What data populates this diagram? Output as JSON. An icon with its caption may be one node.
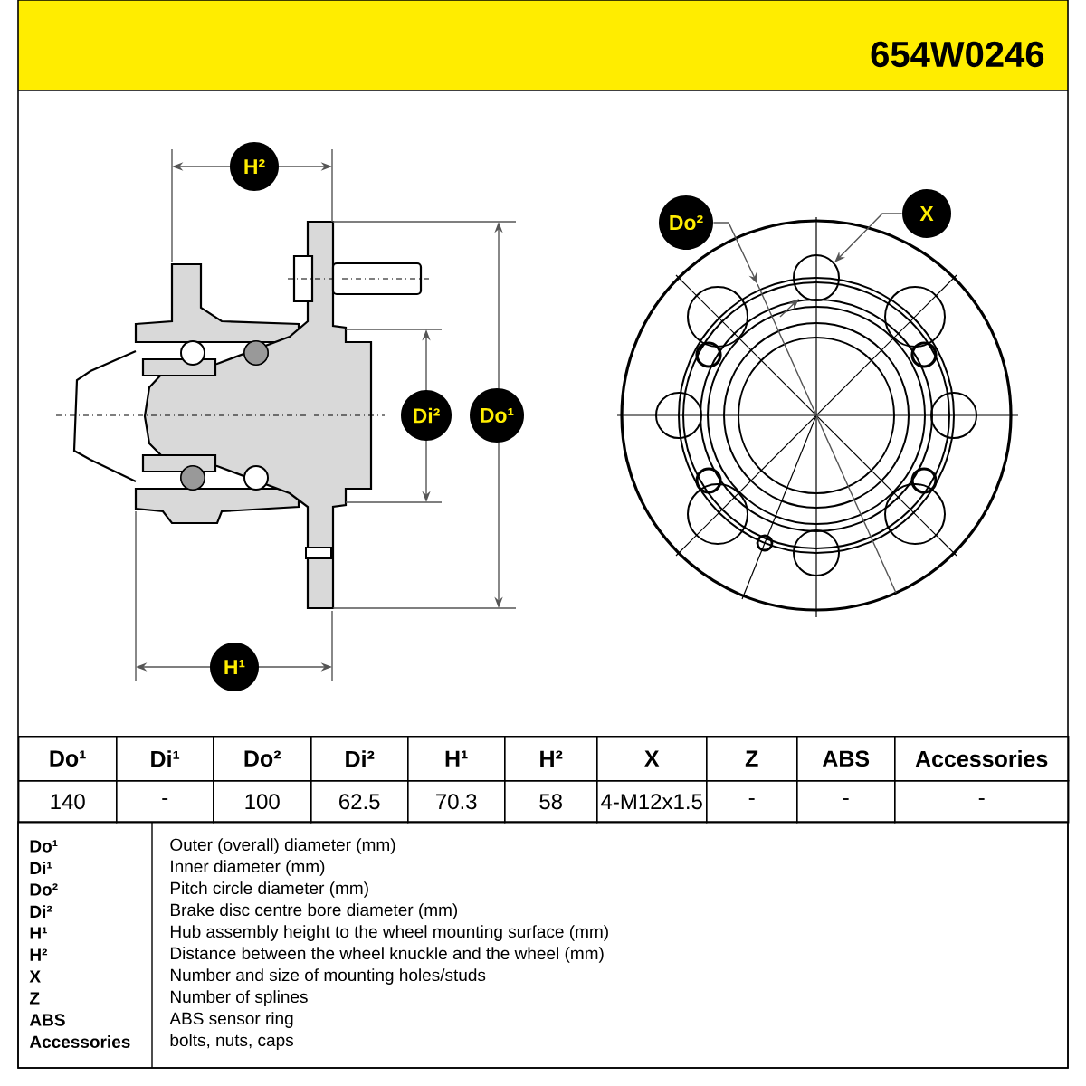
{
  "diagram": {
    "title": "654W0246",
    "nodes": [
      {
        "text": [
          "H²"
        ]
      },
      {
        "text": [
          "X"
        ]
      },
      {
        "text": [
          "Do²"
        ]
      },
      {
        "text": [
          "Di²"
        ]
      },
      {
        "text": [
          "Do¹"
        ]
      },
      {
        "text": [
          "H¹"
        ]
      }
    ],
    "edges": [
      {
        "from": 1,
        "to": null,
        "arrow": "to"
      },
      {
        "from": 2,
        "to": null,
        "arrow": "to"
      }
    ],
    "labels": [
      "Do¹",
      "Di¹",
      "Do²",
      "Di²",
      "H¹",
      "H²",
      "X",
      "Z",
      "ABS",
      "Accessories",
      "140",
      "-",
      "100",
      "62.5",
      "70.3",
      "58",
      "4-M12x1.5",
      "-",
      "-",
      "-",
      "Do¹",
      "Outer (overall) diameter (mm)",
      "Di¹",
      "Inner diameter (mm)",
      "Do²",
      "Pitch circle diameter (mm)",
      "Di²",
      "Brake disc centre bore diameter (mm)",
      "H¹",
      "Hub assembly height to the wheel mounting surface (mm)",
      "H²",
      "Distance between the wheel knuckle and the wheel (mm)",
      "X",
      "Number and size of mounting holes/studs",
      "Z",
      "Number of splines",
      "ABS",
      "ABS sensor ring",
      "Accessories",
      "bolts, nuts, caps"
    ]
  }
}
